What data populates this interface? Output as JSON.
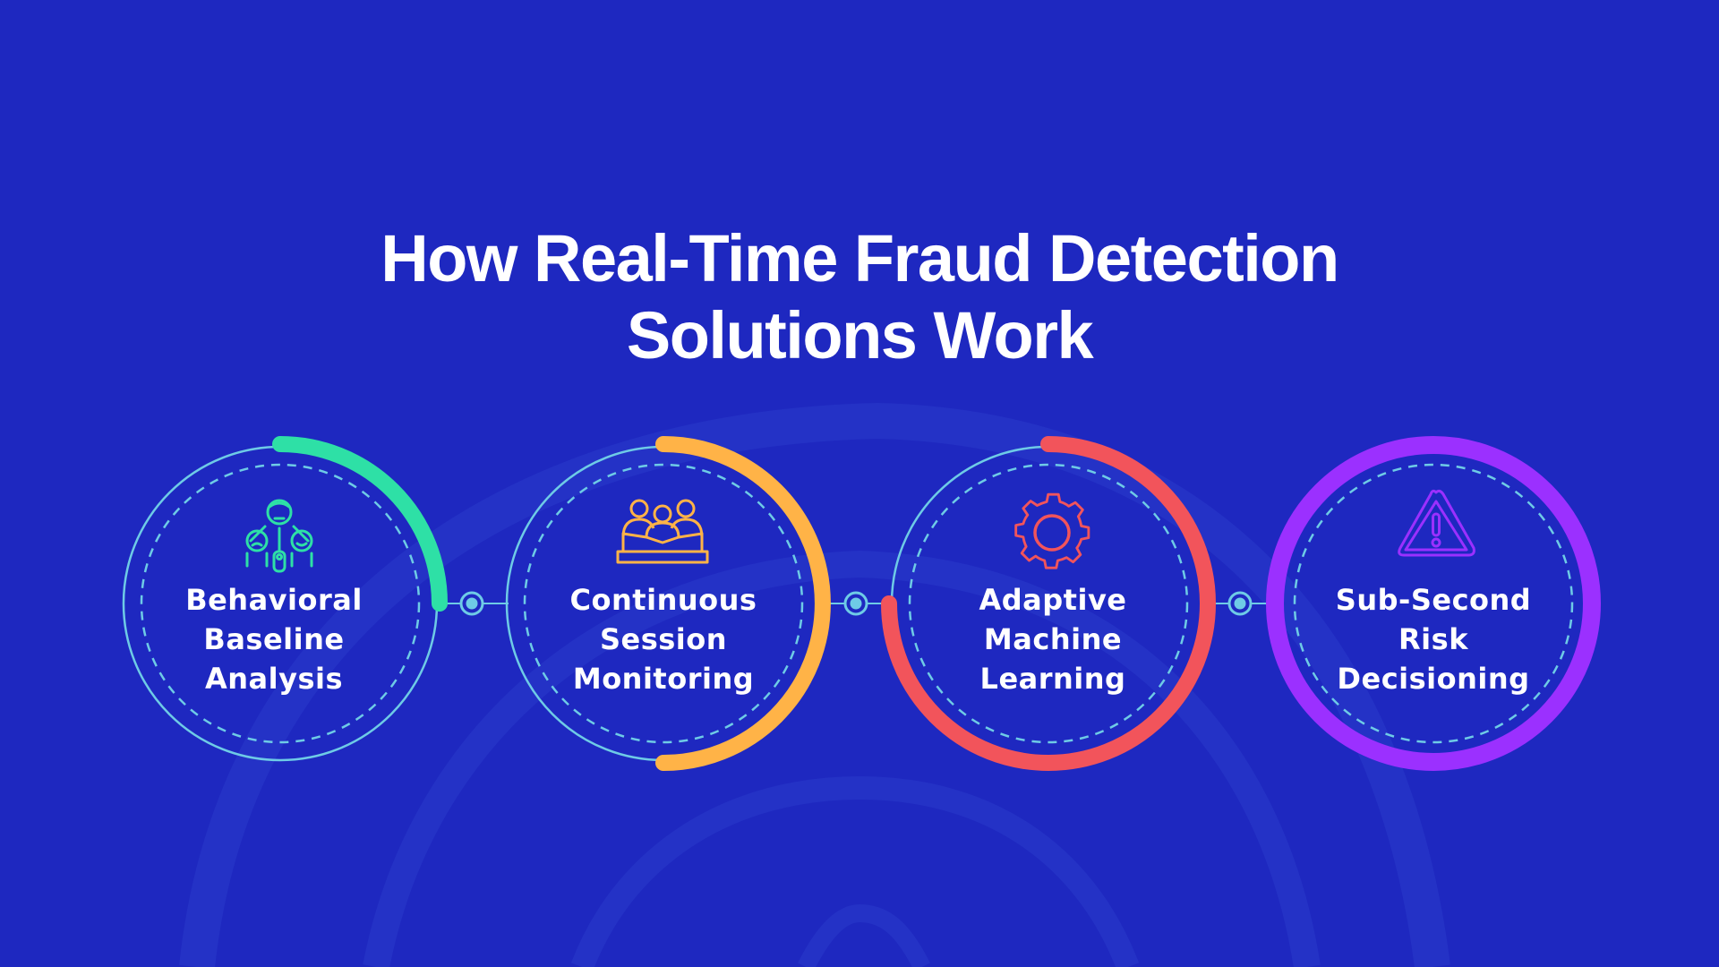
{
  "title": {
    "line1": "How Real-Time Fraud Detection",
    "line2": "Solutions Work"
  },
  "colors": {
    "background": "#1e28c0",
    "ring": "#6ecbe6",
    "connector": "#6ecbe6",
    "text": "#ffffff"
  },
  "steps": [
    {
      "index": 1,
      "icon": "people-group-icon",
      "color": "#2ee0a6",
      "progress": "25%",
      "lines": [
        "Behavioral",
        "Baseline",
        "Analysis"
      ]
    },
    {
      "index": 2,
      "icon": "audience-monitoring-icon",
      "color": "#ffb347",
      "progress": "50%",
      "lines": [
        "Continuous",
        "Session",
        "Monitoring"
      ]
    },
    {
      "index": 3,
      "icon": "gear-icon",
      "color": "#f2545b",
      "progress": "75%",
      "lines": [
        "Adaptive",
        "Machine",
        "Learning"
      ]
    },
    {
      "index": 4,
      "icon": "warning-triangle-icon",
      "color": "#9b30ff",
      "progress": "100%",
      "lines": [
        "Sub-Second",
        "Risk",
        "Decisioning"
      ]
    }
  ]
}
